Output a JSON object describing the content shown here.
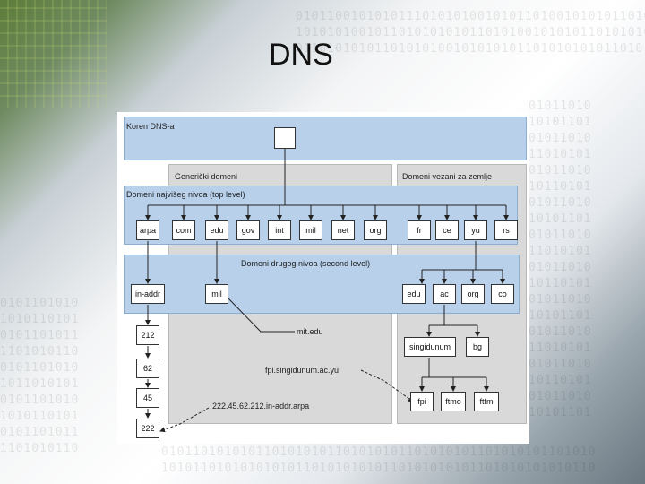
{
  "slide": {
    "title": "DNS"
  },
  "diagram": {
    "root_label": "Koren DNS-a",
    "generic_label": "Generički domeni",
    "country_label": "Domeni vezani za zemlje",
    "top_level_label": "Domeni najvišeg nivoa (top level)",
    "second_level_label": "Domeni drugog nivoa (second level)",
    "tld_generic": [
      "arpa",
      "com",
      "edu",
      "gov",
      "int",
      "mil",
      "net",
      "org"
    ],
    "tld_country": [
      "fr",
      "ce",
      "yu",
      "rs"
    ],
    "second_level": {
      "in_addr": "in-addr",
      "mil": "mil",
      "edu": "edu",
      "ac": "ac",
      "org": "org",
      "co": "co"
    },
    "arpa_chain": [
      "212",
      "62",
      "45",
      "222"
    ],
    "singidunum": "singidunum",
    "bg": "bg",
    "fakulteti": [
      "fpi",
      "ftmo",
      "ftfm"
    ],
    "annotations": {
      "mit": "mit.edu",
      "fpi": "fpi.singidunum.ac.yu",
      "reverse": "222.45.62.212.in-addr.arpa"
    }
  },
  "colors": {
    "band": "#b8d0ea",
    "band_border": "#8eaed0",
    "gray": "#d9d9d9",
    "line": "#222222"
  }
}
